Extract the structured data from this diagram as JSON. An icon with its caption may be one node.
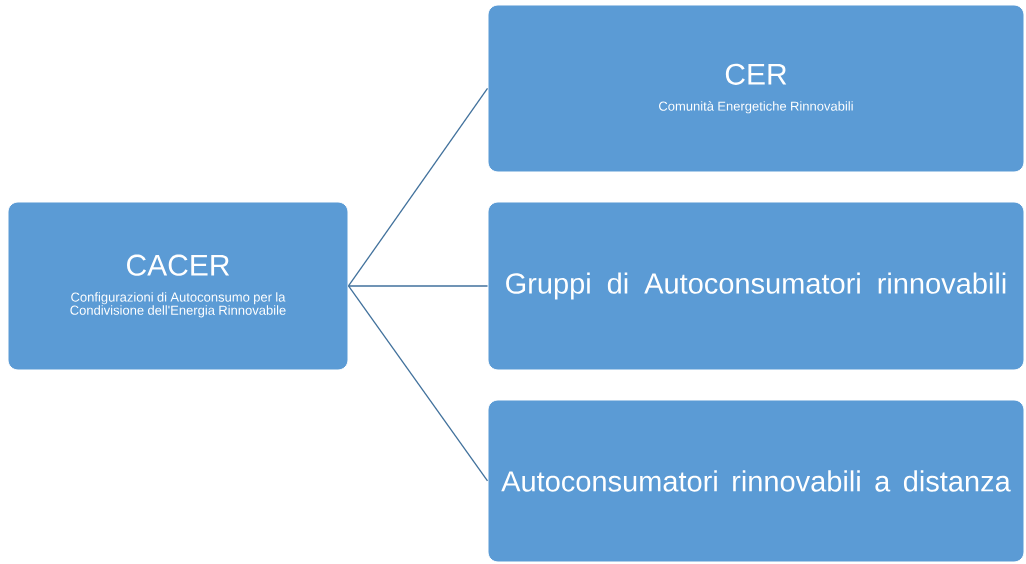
{
  "diagram": {
    "nodes": [
      {
        "text": [
          "CACER",
          "Configurazioni di Autoconsumo per la Condivisione dell'Energia Rinnovabile"
        ]
      },
      {
        "text": [
          "CER",
          "Comunità Energetiche Rinnovabili"
        ]
      },
      {
        "text": [
          "Gruppi di Autoconsumatori rinnovabili"
        ]
      },
      {
        "text": [
          "Autoconsumatori rinnovabili a distanza"
        ]
      }
    ],
    "edges": [
      {
        "from": 0,
        "to": 1,
        "arrow": "none"
      },
      {
        "from": 0,
        "to": 2,
        "arrow": "none"
      },
      {
        "from": 0,
        "to": 3,
        "arrow": "none"
      }
    ]
  }
}
